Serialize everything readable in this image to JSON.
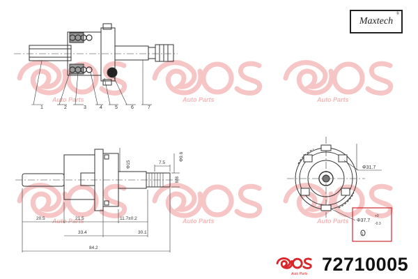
{
  "brand": {
    "name": "Maxtech",
    "registered_mark": "®",
    "watermark_text": "Auto Parts",
    "watermark_color": "#f4b8b8",
    "accent_red": "#d9262b"
  },
  "part_number": "72710005",
  "top_view": {
    "callouts": [
      "1",
      "2",
      "3",
      "4",
      "5",
      "6",
      "7"
    ]
  },
  "side_view": {
    "dims": {
      "d_20_5": "20.5",
      "d_21_5": "21.5",
      "d_11_7": "11.7±0.2",
      "d_33_4": "33.4",
      "d_30_1": "30.1",
      "d_84_2": "84.2",
      "d_7_5": "7.5",
      "d_dia9": "Φ9.6",
      "d_m8": "M8",
      "d_dia15": "Φ15"
    }
  },
  "end_view": {
    "dims": {
      "d_31_7": "Φ31.7",
      "d_37_7": "Φ37.7",
      "d_37_tol_upper": "+0",
      "d_37_tol_lower": "-0.3",
      "balloon": "1"
    }
  }
}
